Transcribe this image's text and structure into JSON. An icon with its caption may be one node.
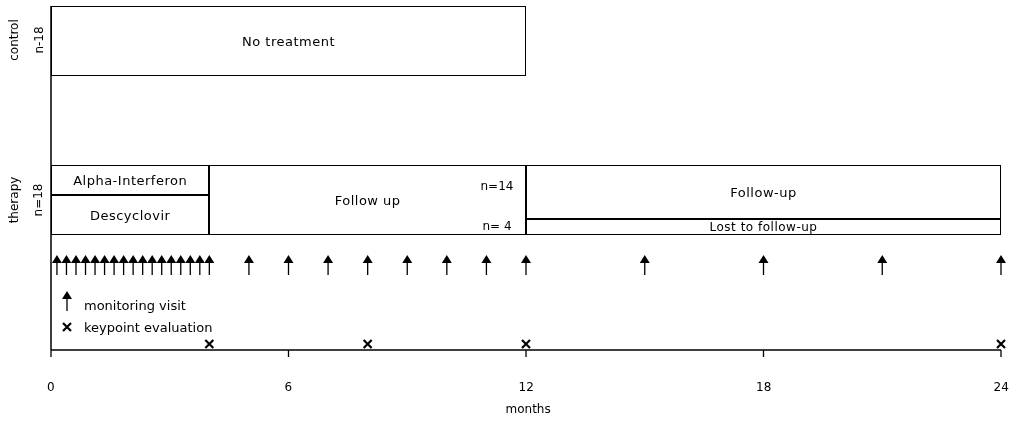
{
  "diagram": {
    "nodes": [
      {
        "text": [
          "No treatment"
        ]
      },
      {
        "text": [
          "Alpha-Interferon"
        ]
      },
      {
        "text": [
          "Descyclovir"
        ]
      },
      {
        "text": [
          "Follow up"
        ]
      },
      {
        "text": [
          "Follow-up"
        ]
      },
      {
        "text": [
          "Lost to follow-up"
        ]
      }
    ],
    "labels": [
      "control",
      "n-18",
      "therapy",
      "n=18",
      "n=14",
      "n= 4",
      "0",
      "6",
      "12",
      "18",
      "24",
      "months"
    ],
    "legend": [
      {
        "text": "monitoring visit"
      },
      {
        "text": "keypoint evaluation"
      }
    ]
  }
}
